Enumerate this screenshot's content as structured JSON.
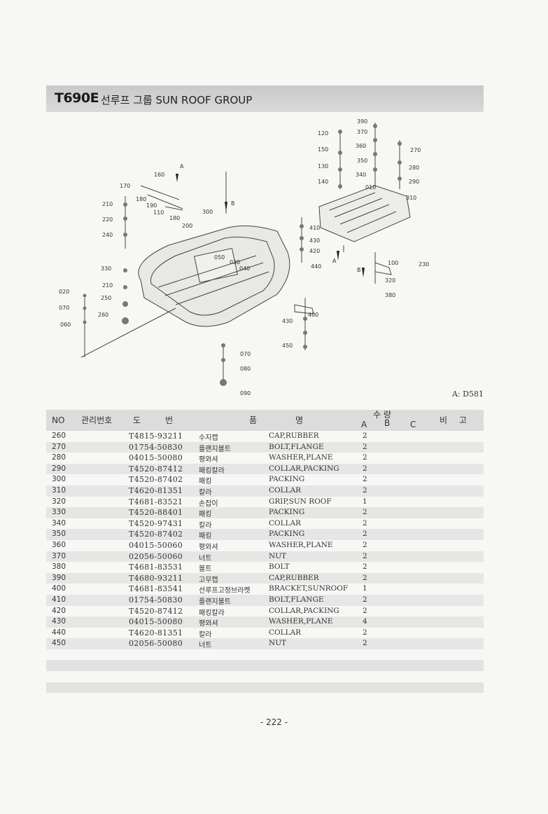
{
  "header": {
    "model": "T690E",
    "title": "선루프 그룹  SUN ROOF GROUP"
  },
  "diagram": {
    "callouts": [
      "390",
      "120",
      "370",
      "150",
      "360",
      "270",
      "130",
      "350",
      "280",
      "340",
      "290",
      "140",
      "010",
      "310",
      "160",
      "A",
      "170",
      "180",
      "210",
      "190",
      "110",
      "180",
      "300",
      "B",
      "200",
      "410",
      "220",
      "430",
      "240",
      "420",
      "050",
      "030",
      "040",
      "440",
      "A",
      "B",
      "330",
      "100",
      "230",
      "320",
      "210",
      "020",
      "250",
      "380",
      "070",
      "400",
      "260",
      "060",
      "430",
      "450",
      "070",
      "080",
      "090"
    ]
  },
  "ref_label": "A: D581",
  "table": {
    "headers": {
      "no": "NO",
      "mgmt": "관리번호",
      "do": "도",
      "beon": "번",
      "pum": "품",
      "myeong": "명",
      "qty": "수 량",
      "a": "A",
      "b": "B",
      "c": "C",
      "bi": "비",
      "go": "고"
    },
    "rows": [
      {
        "no": "260",
        "part": "T4815-93211",
        "kor": "수지캡",
        "eng": "CAP,RUBBER",
        "qa": "2"
      },
      {
        "no": "270",
        "part": "01754-50830",
        "kor": "플랜지볼트",
        "eng": "BOLT,FLANGE",
        "qa": "2"
      },
      {
        "no": "280",
        "part": "04015-50080",
        "kor": "평와셔",
        "eng": "WASHER,PLANE",
        "qa": "2"
      },
      {
        "no": "290",
        "part": "T4520-87412",
        "kor": "패킹칼라",
        "eng": "COLLAR,PACKING",
        "qa": "2"
      },
      {
        "no": "300",
        "part": "T4520-87402",
        "kor": "패킹",
        "eng": "PACKING",
        "qa": "2"
      },
      {
        "no": "310",
        "part": "T4620-81351",
        "kor": "칼라",
        "eng": "COLLAR",
        "qa": "2"
      },
      {
        "no": "320",
        "part": "T4681-83521",
        "kor": "손잡이",
        "eng": "GRIP,SUN ROOF",
        "qa": "1"
      },
      {
        "no": "330",
        "part": "T4520-88401",
        "kor": "패킹",
        "eng": "PACKING",
        "qa": "2"
      },
      {
        "no": "340",
        "part": "T4520-97431",
        "kor": "칼라",
        "eng": "COLLAR",
        "qa": "2"
      },
      {
        "no": "350",
        "part": "T4520-87402",
        "kor": "패킹",
        "eng": "PACKING",
        "qa": "2"
      },
      {
        "no": "360",
        "part": "04015-50060",
        "kor": "평와셔",
        "eng": "WASHER,PLANE",
        "qa": "2"
      },
      {
        "no": "370",
        "part": "02056-50060",
        "kor": "너트",
        "eng": "NUT",
        "qa": "2"
      },
      {
        "no": "380",
        "part": "T4681-83531",
        "kor": "볼트",
        "eng": "BOLT",
        "qa": "2"
      },
      {
        "no": "390",
        "part": "T4680-93211",
        "kor": "고무캡",
        "eng": "CAP,RUBBER",
        "qa": "2"
      },
      {
        "no": "400",
        "part": "T4681-83541",
        "kor": "선루프고정브라켓",
        "eng": "BRACKET,SUNROOF",
        "qa": "1"
      },
      {
        "no": "410",
        "part": "01754-50830",
        "kor": "플랜지볼트",
        "eng": "BOLT,FLANGE",
        "qa": "2"
      },
      {
        "no": "420",
        "part": "T4520-87412",
        "kor": "패킹칼라",
        "eng": "COLLAR,PACKING",
        "qa": "2"
      },
      {
        "no": "430",
        "part": "04015-50080",
        "kor": "평와셔",
        "eng": "WASHER,PLANE",
        "qa": "4"
      },
      {
        "no": "440",
        "part": "T4620-81351",
        "kor": "칼라",
        "eng": "COLLAR",
        "qa": "2"
      },
      {
        "no": "450",
        "part": "02056-50080",
        "kor": "너트",
        "eng": "NUT",
        "qa": "2"
      }
    ]
  },
  "page": {
    "number": "- 222 -"
  }
}
